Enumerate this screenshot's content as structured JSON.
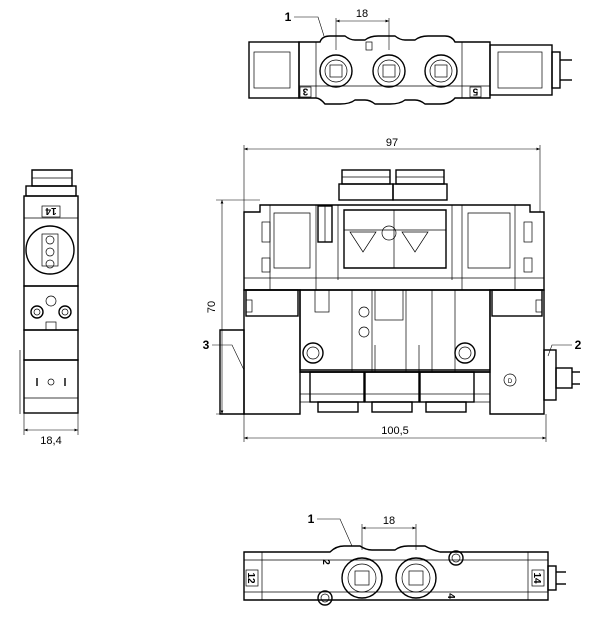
{
  "views": {
    "top": {
      "callout": "1",
      "pitch": "18",
      "port_left_mark": "3",
      "port_right_mark": "5"
    },
    "side": {
      "mark": "14",
      "width": "18,4"
    },
    "front": {
      "callout_left": "3",
      "callout_right": "2",
      "width_top": "97",
      "height": "70",
      "width_bottom": "100,5"
    },
    "bottom": {
      "callout": "1",
      "pitch": "18",
      "port_a": "2",
      "port_b": "4",
      "left_mark": "12",
      "right_mark": "14"
    }
  }
}
